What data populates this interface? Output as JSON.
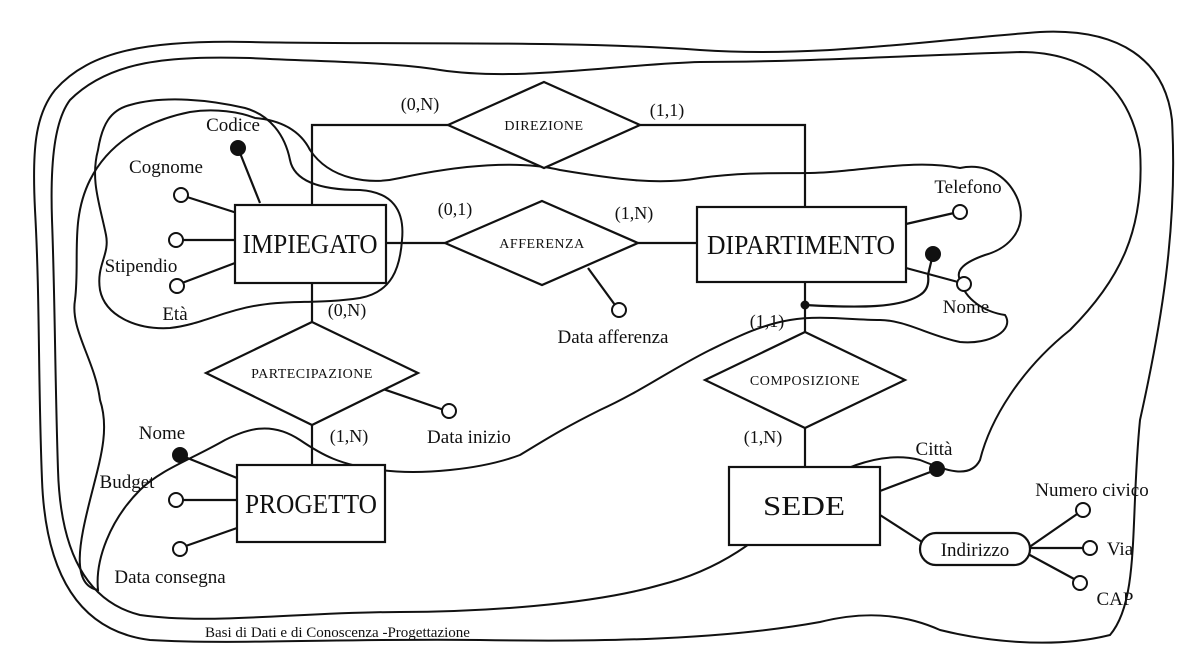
{
  "entities": {
    "impiegato": "IMPIEGATO",
    "dipartimento": "DIPARTIMENTO",
    "progetto": "PROGETTO",
    "sede": "SEDE"
  },
  "relationships": {
    "direzione": "DIREZIONE",
    "afferenza": "AFFERENZA",
    "partecipazione": "PARTECIPAZIONE",
    "composizione": "COMPOSIZIONE"
  },
  "attributes": {
    "impiegato": [
      "Codice",
      "Cognome",
      "Stipendio",
      "Età"
    ],
    "dipartimento": [
      "Telefono",
      "Nome"
    ],
    "progetto": [
      "Nome",
      "Budget",
      "Data consegna"
    ],
    "sede": [
      "Città"
    ],
    "indirizzo": "Indirizzo",
    "indirizzo_parts": [
      "Numero civico",
      "Via",
      "CAP"
    ],
    "afferenza": [
      "Data afferenza"
    ],
    "partecipazione": [
      "Data inizio"
    ]
  },
  "cardinalities": {
    "direzione_impiegato": "(0,N)",
    "direzione_dipartimento": "(1,1)",
    "afferenza_impiegato": "(0,1)",
    "afferenza_dipartimento": "(1,N)",
    "partecipazione_impiegato": "(0,N)",
    "partecipazione_progetto": "(1,N)",
    "composizione_dipartimento": "(1,1)",
    "composizione_sede": "(1,N)"
  },
  "footer": "Basi di Dati e di Conoscenza -Progettazione"
}
